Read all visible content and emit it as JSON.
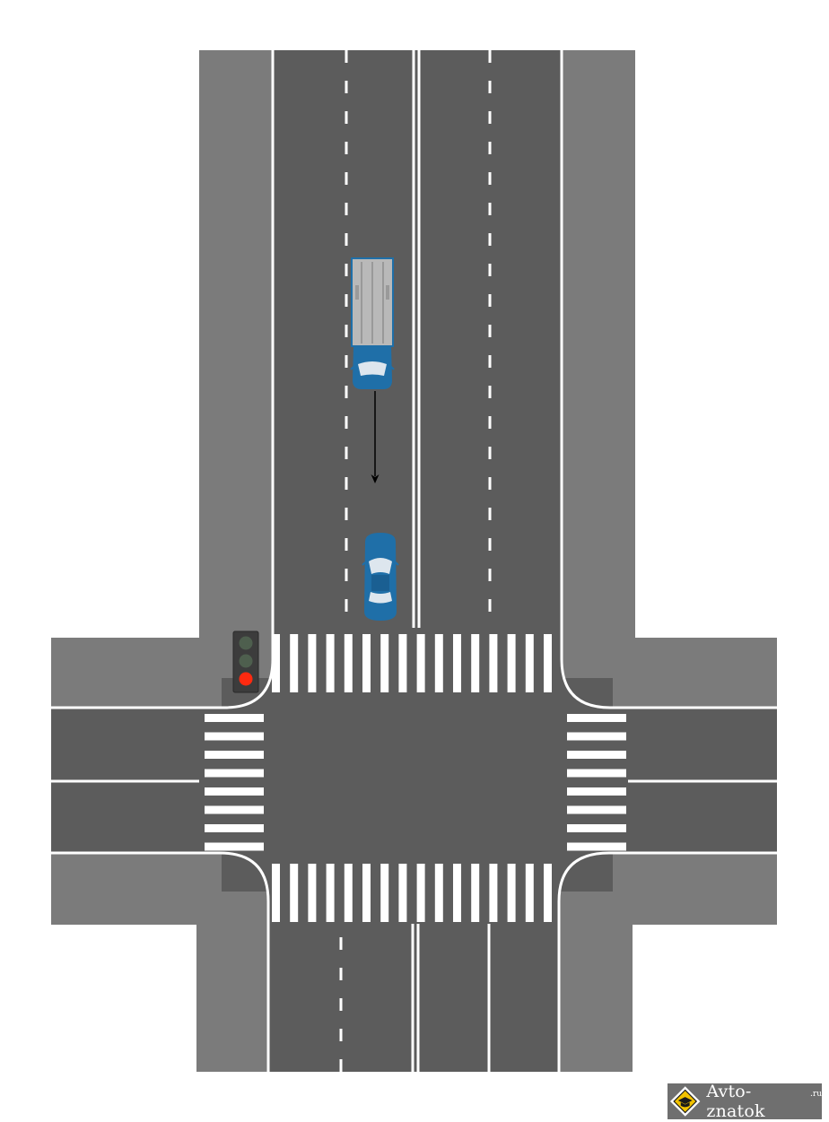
{
  "scene": {
    "traffic_light_state": "red",
    "colors": {
      "sidewalk": "#7b7b7b",
      "road": "#5c5c5c",
      "marking": "#ffffff",
      "vehicle_body": "#1f6fa8",
      "truck_cargo": "#b9b9b9",
      "arrow": "#000000",
      "signal_red": "#ff2a10",
      "signal_off": "#4e5f4e"
    },
    "vehicles": [
      {
        "type": "truck",
        "direction": "down"
      },
      {
        "type": "car",
        "direction": "down"
      }
    ]
  },
  "watermark": {
    "brand": "Avto-znatok",
    "tld": ".ru",
    "icon": "diamond-graduation-cap-icon"
  }
}
